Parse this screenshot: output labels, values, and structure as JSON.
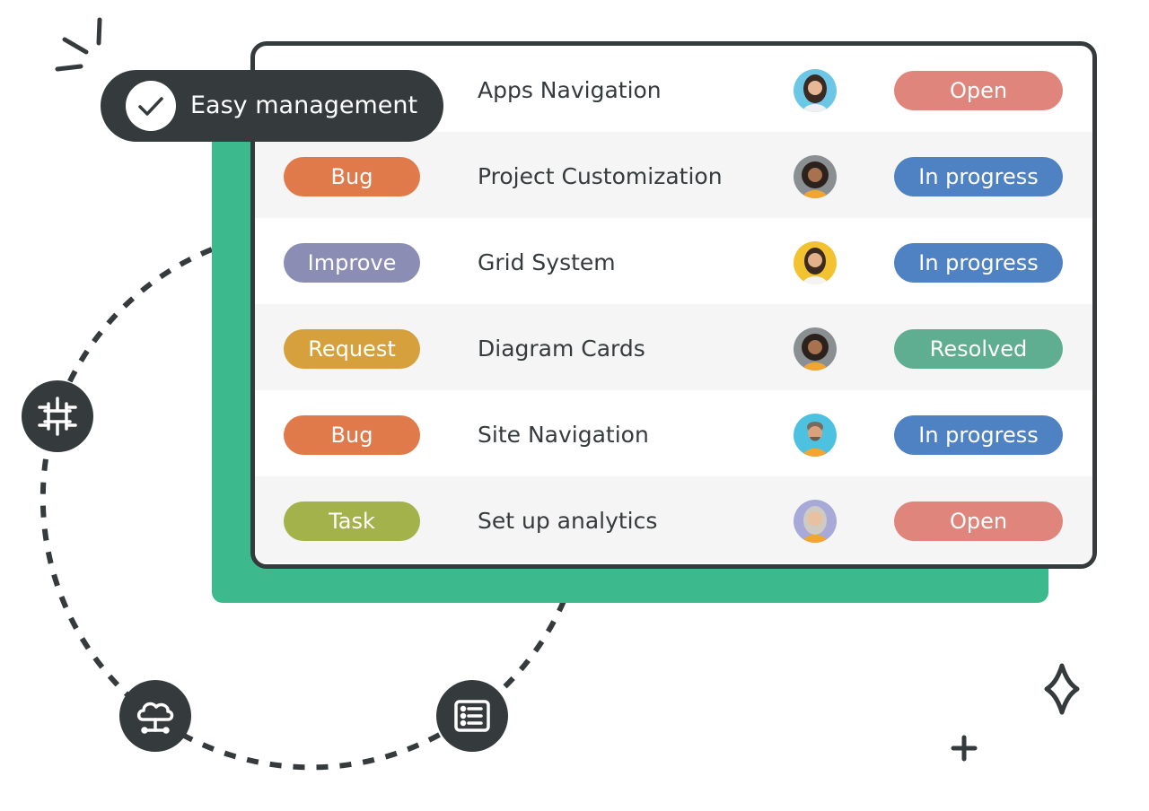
{
  "badge": {
    "label": "Easy management",
    "icon": "check-icon"
  },
  "tasks": [
    {
      "type": "",
      "type_color": "",
      "title": "Apps Navigation",
      "avatar": "avatar-woman-blue",
      "status": "Open",
      "status_color": "#e0857b"
    },
    {
      "type": "Bug",
      "type_color": "#e07a4a",
      "title": "Project Customization",
      "avatar": "avatar-woman-gray",
      "status": "In progress",
      "status_color": "#4f82c3"
    },
    {
      "type": "Improve",
      "type_color": "#8b8db5",
      "title": "Grid System",
      "avatar": "avatar-woman-yellow",
      "status": "In progress",
      "status_color": "#4f82c3"
    },
    {
      "type": "Request",
      "type_color": "#d6a03d",
      "title": "Diagram Cards",
      "avatar": "avatar-woman-gray",
      "status": "Resolved",
      "status_color": "#5fae91"
    },
    {
      "type": "Bug",
      "type_color": "#e07a4a",
      "title": "Site Navigation",
      "avatar": "avatar-man-blue",
      "status": "In progress",
      "status_color": "#4f82c3"
    },
    {
      "type": "Task",
      "type_color": "#a3b24a",
      "title": "Set up analytics",
      "avatar": "avatar-woman-lavender",
      "status": "Open",
      "status_color": "#e0857b"
    }
  ],
  "decor_icons": [
    "circuit-icon",
    "cloud-network-icon",
    "list-document-icon",
    "sparkle-icon",
    "plus-icon",
    "burst-lines-icon"
  ],
  "colors": {
    "accent_green": "#3dba8d",
    "dark": "#353b3d",
    "row_alt": "#f5f5f5"
  }
}
